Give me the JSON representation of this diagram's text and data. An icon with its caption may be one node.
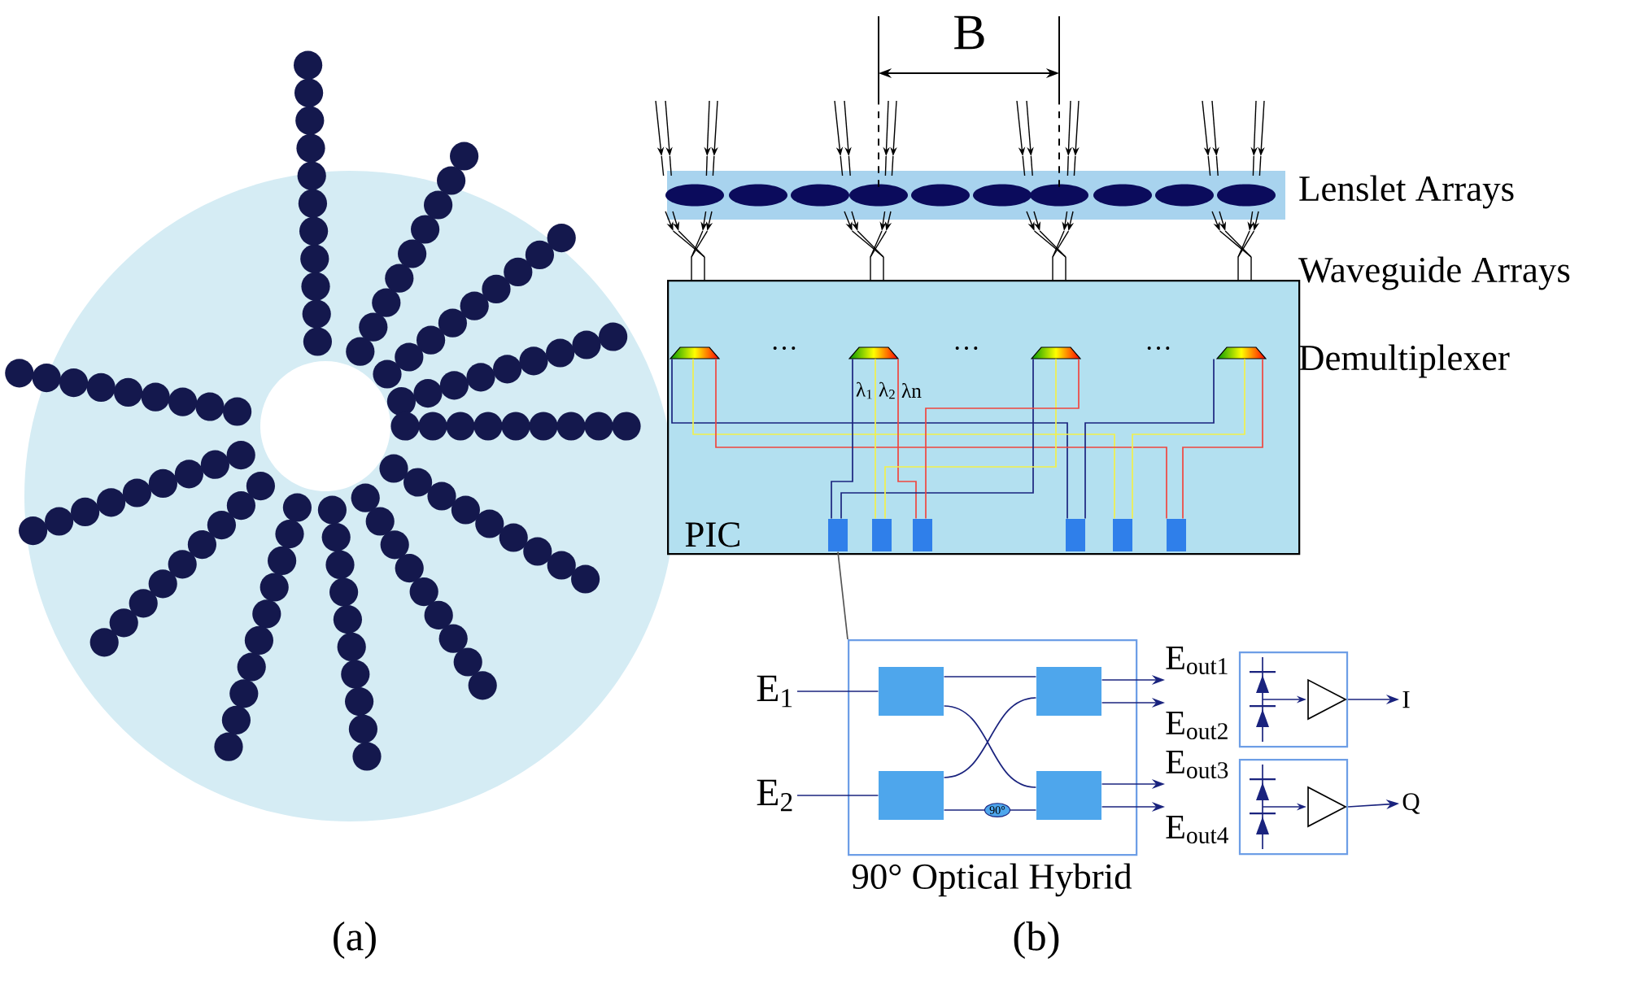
{
  "diagram": {
    "nodes": [
      {
        "text": [
          "PIC"
        ]
      },
      {
        "text": [],
        "shape": "trapezoid",
        "in": 0
      },
      {
        "text": [],
        "shape": "trapezoid",
        "in": 0
      },
      {
        "text": [],
        "shape": "trapezoid",
        "in": 0
      },
      {
        "text": [],
        "shape": "trapezoid",
        "in": 0
      },
      {
        "text": [],
        "shape": "box",
        "in": 0
      },
      {
        "text": [],
        "shape": "box",
        "in": 0
      },
      {
        "text": [],
        "shape": "box",
        "in": 0
      },
      {
        "text": [],
        "shape": "box",
        "in": 0
      },
      {
        "text": [],
        "shape": "box",
        "in": 0
      },
      {
        "text": [],
        "shape": "box",
        "in": 0
      },
      {
        "text": [
          "90° Optical Hybrid"
        ]
      },
      {
        "text": [],
        "shape": "box",
        "in": 11
      },
      {
        "text": [],
        "shape": "box",
        "in": 11
      },
      {
        "text": [],
        "shape": "box",
        "in": 11
      },
      {
        "text": [],
        "shape": "box",
        "in": 11
      },
      {
        "text": [],
        "shape": "box"
      },
      {
        "text": [],
        "shape": "box"
      },
      {
        "text": [
          "E$_{1}$"
        ]
      },
      {
        "text": [
          "E$_{2}$"
        ]
      },
      {
        "text": [
          "I"
        ]
      },
      {
        "text": [
          "Q"
        ]
      }
    ],
    "edges": [
      {
        "from": 1,
        "to": 8,
        "arrow": "none"
      },
      {
        "from": 1,
        "to": 9,
        "arrow": "none",
        "color": "#f2f04a"
      },
      {
        "from": 1,
        "to": 10,
        "arrow": "none",
        "color": "#f0453e"
      },
      {
        "from": 2,
        "to": 5,
        "arrow": "none"
      },
      {
        "from": 2,
        "to": 6,
        "arrow": "none",
        "color": "#f2f04a"
      },
      {
        "from": 2,
        "to": 7,
        "arrow": "none",
        "color": "#f0453e"
      },
      {
        "from": 3,
        "to": 5,
        "arrow": "none"
      },
      {
        "from": 3,
        "to": 6,
        "arrow": "none",
        "color": "#f2f04a"
      },
      {
        "from": 3,
        "to": 7,
        "arrow": "none",
        "color": "#f0453e"
      },
      {
        "from": 4,
        "to": 8,
        "arrow": "none"
      },
      {
        "from": 4,
        "to": 9,
        "arrow": "none",
        "color": "#f2f04a"
      },
      {
        "from": 4,
        "to": 10,
        "arrow": "none",
        "color": "#f0453e"
      },
      {
        "from": 5,
        "to": 11,
        "arrow": "none",
        "color": "#555555"
      },
      {
        "from": 18,
        "to": 12,
        "arrow": "none"
      },
      {
        "from": 19,
        "to": 14,
        "arrow": "none"
      },
      {
        "from": 12,
        "to": 13,
        "arrow": "none"
      },
      {
        "from": 12,
        "to": 15,
        "arrow": "none"
      },
      {
        "from": 14,
        "to": 13,
        "arrow": "none"
      },
      {
        "from": 14,
        "to": 15,
        "arrow": "none",
        "label": "90°"
      },
      {
        "from": 13,
        "to": null,
        "arrow": "to",
        "label": "E$_{out1}$"
      },
      {
        "from": 13,
        "to": null,
        "arrow": "to",
        "label": "E$_{out2}$"
      },
      {
        "from": 15,
        "to": null,
        "arrow": "to",
        "label": "E$_{out3}$"
      },
      {
        "from": 15,
        "to": null,
        "arrow": "to",
        "label": "E$_{out4}$"
      },
      {
        "from": 16,
        "to": 20,
        "arrow": "to"
      },
      {
        "from": 17,
        "to": 21,
        "arrow": "to"
      }
    ],
    "labels": [
      "B",
      "Lenslet Arrays",
      "Waveguide Arrays",
      "Demultiplexer",
      "…",
      "…",
      "…",
      "λ$_{1}$",
      "λ$_{2}$",
      "λn",
      "(a)",
      "(b)"
    ]
  }
}
